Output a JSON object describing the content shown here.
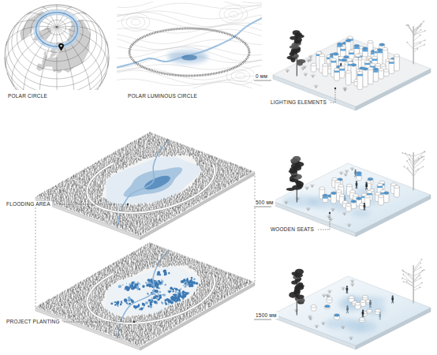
{
  "diagram": {
    "labels": [
      "POLAR CIRCLE",
      "POLAR LUMINOUS CIRCLE",
      "0 мм",
      "LIGHTING ELEMENTS",
      "FLOODING AREA",
      "500 мм",
      "WOODEN SEATS",
      "PROJECT PLANTING",
      "1500 мм"
    ]
  }
}
